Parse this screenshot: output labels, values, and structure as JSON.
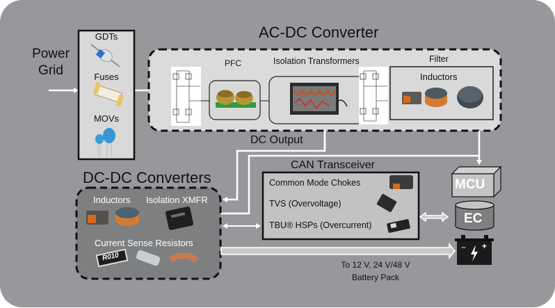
{
  "diagram": {
    "colors": {
      "background": "#97989c",
      "light_panel": "#d9d9d9",
      "dark_panel": "#7e7f81",
      "can_panel": "#c2c2c2",
      "line": "#ffffff",
      "border": "#111111"
    },
    "power_grid": {
      "label_line1": "Power",
      "label_line2": "Grid"
    },
    "protection": {
      "items": [
        {
          "label": "GDTs",
          "icon": "gas-discharge-tube-icon"
        },
        {
          "label": "Fuses",
          "icon": "fuse-icon"
        },
        {
          "label": "MOVs",
          "icon": "varistor-icon"
        }
      ]
    },
    "ac_dc": {
      "title": "AC-DC Converter",
      "pfc_label": "PFC",
      "transformer_label": "Isolation Transformers",
      "filter_label": "Filter",
      "inductors_label": "Inductors"
    },
    "dc_output_label": "DC Output",
    "dc_dc": {
      "title": "DC-DC Converters",
      "inductors_label": "Inductors",
      "xmfr_label": "Isolation XMFR",
      "resistors_label": "Current Sense Resistors",
      "resistor_marking": "R010"
    },
    "can": {
      "title": "CAN Transceiver",
      "items": [
        {
          "label": "Common Mode Chokes",
          "icon": "choke-icon"
        },
        {
          "label": "TVS (Overvoltage)",
          "icon": "tvs-diode-icon"
        },
        {
          "label": "TBU® HSPs (Overcurrent)",
          "icon": "tbu-icon"
        }
      ]
    },
    "mcu_label": "MCU",
    "ec_label": "EC",
    "battery": {
      "minus": "−",
      "plus": "+",
      "label_line1": "To 12 V, 24 V/48 V",
      "label_line2": "Battery Pack"
    }
  }
}
